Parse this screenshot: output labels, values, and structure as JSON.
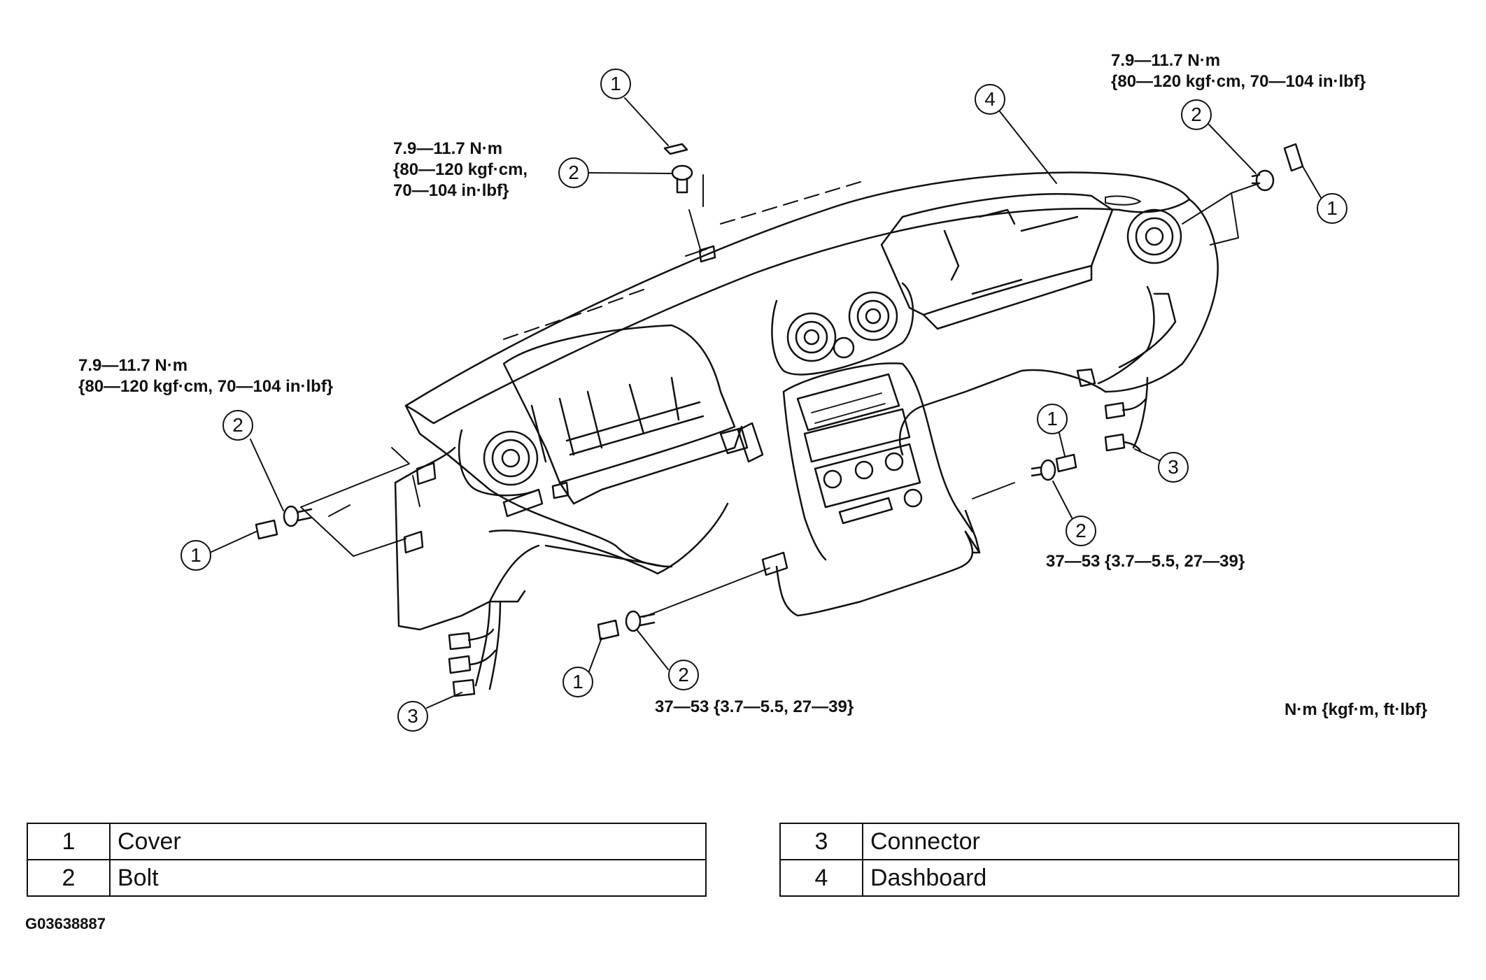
{
  "torque": {
    "top_center": [
      "7.9—11.7 N·m",
      "{80—120 kgf·cm,",
      "70—104 in·lbf}"
    ],
    "top_right": [
      "7.9—11.7 N·m",
      "{80—120 kgf·cm, 70—104 in·lbf}"
    ],
    "left": [
      "7.9—11.7 N·m",
      "{80—120 kgf·cm, 70—104 in·lbf}"
    ],
    "bottom_center": "37—53 {3.7—5.5, 27—39}",
    "right_center": "37—53 {3.7—5.5, 27—39}"
  },
  "units_note": "N·m {kgf·m, ft·lbf}",
  "callouts": {
    "c1_top": "1",
    "c2_top": "2",
    "c4_top": "4",
    "c2_top_right": "2",
    "c1_top_right": "1",
    "c2_left": "2",
    "c1_left": "1",
    "c1_mid_right": "1",
    "c3_right": "3",
    "c2_mid_right": "2",
    "c1_bottom": "1",
    "c2_bottom": "2",
    "c3_bottom_left": "3"
  },
  "legend": {
    "left": [
      {
        "num": "1",
        "name": "Cover"
      },
      {
        "num": "2",
        "name": "Bolt"
      }
    ],
    "right": [
      {
        "num": "3",
        "name": "Connector"
      },
      {
        "num": "4",
        "name": "Dashboard"
      }
    ]
  },
  "figure_code": "G03638887"
}
